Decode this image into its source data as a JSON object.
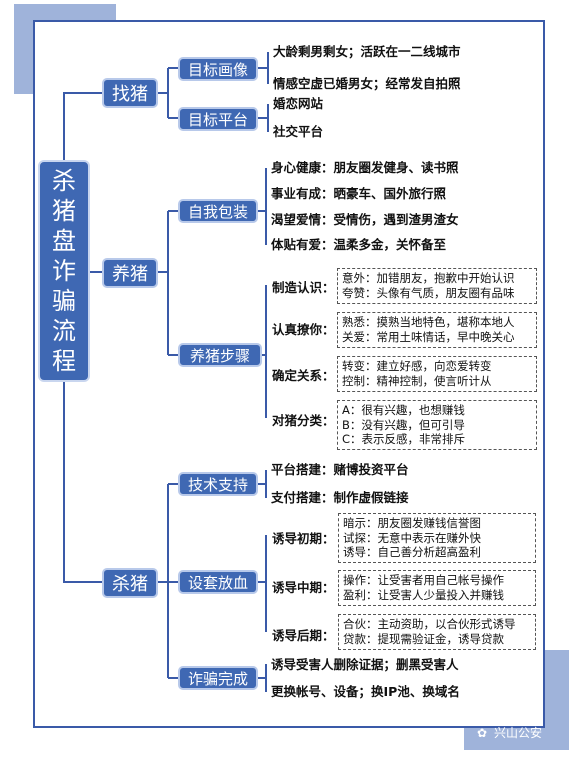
{
  "root": {
    "chars": [
      "杀",
      "猪",
      "盘",
      "诈",
      "骗",
      "流",
      "程"
    ]
  },
  "level1": [
    {
      "label": "找猪"
    },
    {
      "label": "养猪"
    },
    {
      "label": "杀猪"
    }
  ],
  "level2": [
    {
      "label": "目标画像"
    },
    {
      "label": "目标平台"
    },
    {
      "label": "自我包装"
    },
    {
      "label": "养猪步骤"
    },
    {
      "label": "技术支持"
    },
    {
      "label": "设套放血"
    },
    {
      "label": "诈骗完成"
    }
  ],
  "texts": {
    "profile1": "大龄剩男剩女；活跃在一二线城市",
    "profile2": "情感空虚已婚男女；经常发自拍照",
    "platform1": "婚恋网站",
    "platform2": "社交平台",
    "pack1": "身心健康：朋友圈发健身、读书照",
    "pack2": "事业有成：晒豪车、国外旅行照",
    "pack3": "渴望爱情：受情伤，遇到渣男渣女",
    "pack4": "体贴有爱：温柔多金，关怀备至",
    "tech1": "平台搭建：赌博投资平台",
    "tech2": "支付搭建：制作虚假链接",
    "done1": "诱导受害人删除证据；删黑受害人",
    "done2": "更换帐号、设备；换IP池、换域名"
  },
  "steps": [
    {
      "label": "制造认识：",
      "lines": [
        "意外：加错朋友，抱歉中开始认识",
        "夸赞：头像有气质，朋友圈有品味"
      ]
    },
    {
      "label": "认真撩你：",
      "lines": [
        "熟悉：摸熟当地特色，堪称本地人",
        "关爱：常用土味情话，早中晚关心"
      ]
    },
    {
      "label": "确定关系：",
      "lines": [
        "转变：建立好感，向恋爱转变",
        "控制：精神控制，使言听计从"
      ]
    },
    {
      "label": "对猪分类：",
      "lines": [
        "A：很有兴趣，也想赚钱",
        "B：没有兴趣，但可引导",
        "C：表示反感，非常排斥"
      ]
    }
  ],
  "traps": [
    {
      "label": "诱导初期：",
      "lines": [
        "暗示：朋友圈发赚钱信誉图",
        "试探：无意中表示在赚外快",
        "诱导：自己善分析超高盈利"
      ]
    },
    {
      "label": "诱导中期：",
      "lines": [
        "操作：让受害者用自己帐号操作",
        "盈利：让受害人少量投入并赚钱"
      ]
    },
    {
      "label": "诱导后期：",
      "lines": [
        "合伙：主动资助，以合伙形式诱导",
        "贷款：提现需验证金，诱导贷款"
      ]
    }
  ],
  "watermark": "兴山公安",
  "colors": {
    "box": "#3f68b3",
    "frame": "#3a5aa8",
    "corner": "#9fb3da",
    "line": "#3a5aa8"
  }
}
